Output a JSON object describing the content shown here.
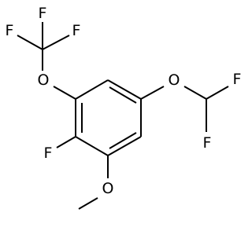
{
  "molecule": {
    "atoms": {
      "f_top_left": "F",
      "f_top_right": "F",
      "f_left": "F",
      "o_trifluoromethoxy": "O",
      "o_difluoromethoxy": "O",
      "f_chf2_right": "F",
      "f_chf2_bottom": "F",
      "f_ring": "F",
      "o_methoxy": "O"
    },
    "colors": {
      "bond": "#000000",
      "label": "#000000",
      "background": "#ffffff"
    }
  }
}
